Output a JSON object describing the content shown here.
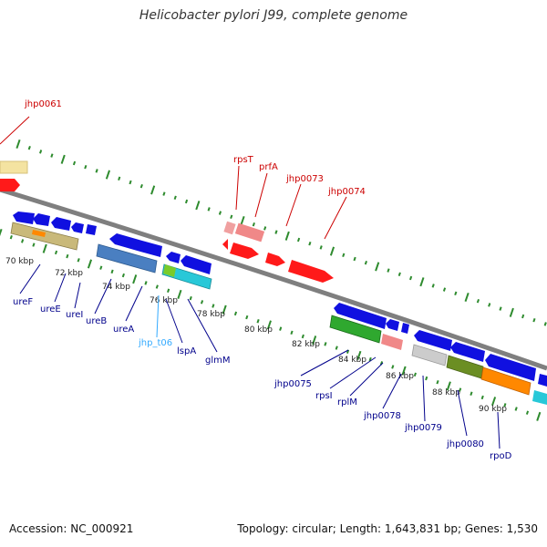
{
  "title": "Helicobacter pylori J99, complete genome",
  "footer": {
    "accession": "Accession: NC_000921",
    "summary": "Topology: circular; Length: 1,643,831 bp; Genes: 1,530"
  },
  "colors": {
    "forward_label": "#cc0000",
    "reverse_label": "#00008b",
    "trna_label": "#33aaff",
    "tick": "#2e8b2e",
    "backbone": "#888888"
  },
  "kbp_labels": [
    "70 kbp",
    "72 kbp",
    "74 kbp",
    "76 kbp",
    "78 kbp",
    "80 kbp",
    "82 kbp",
    "84 kbp",
    "86 kbp",
    "88 kbp",
    "90 kbp"
  ],
  "forward_genes": [
    "jhp0061",
    "rpsT",
    "prfA",
    "jhp0073",
    "jhp0074"
  ],
  "reverse_genes": [
    "ureF",
    "ureE",
    "ureI",
    "ureB",
    "ureA",
    "jhp_t06",
    "lspA",
    "glmM",
    "jhp0075",
    "rpsI",
    "rplM",
    "jhp0078",
    "jhp0079",
    "jhp0080",
    "rpoD"
  ]
}
